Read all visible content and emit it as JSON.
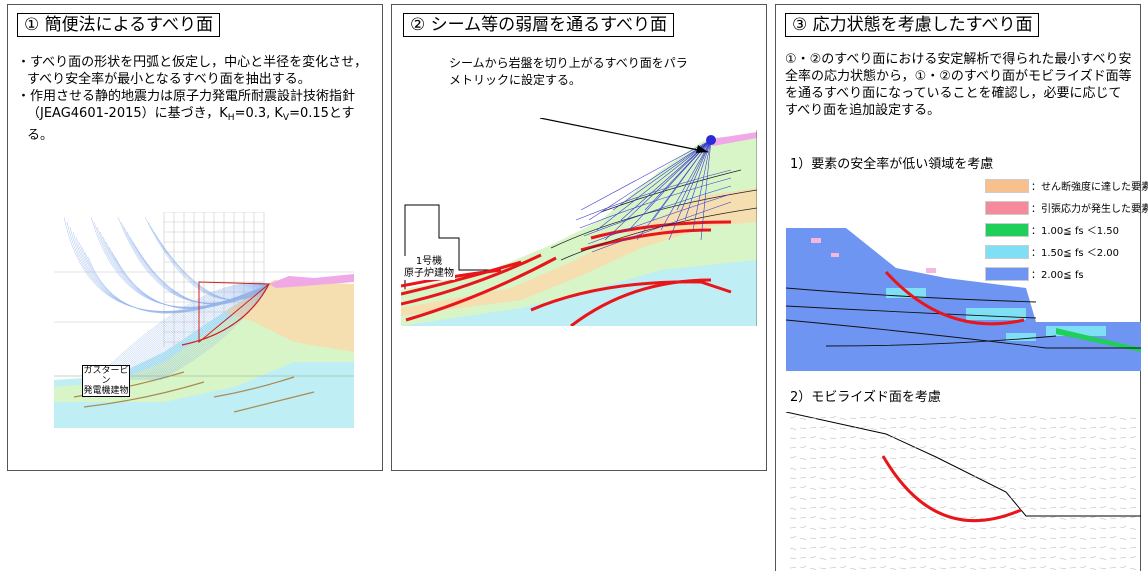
{
  "panel1": {
    "title": "① 簡便法によるすべり面",
    "b1": "・すべり面の形状を円弧と仮定し，中心と半径を変化させ，すべり安全率が最小となるすべり面を抽出する。",
    "b2_pre": "・作用させる静的地震力は原子力発電所耐震設計技術指針（JEAG4601-2015）に基づき，K",
    "b2_sub1": "H",
    "b2_mid": "=0.3, K",
    "b2_sub2": "V",
    "b2_post": "=0.15とする。",
    "building_label1": "ガスタービン",
    "building_label2": "発電機建物"
  },
  "panel2": {
    "title": "② シーム等の弱層を通るすべり面",
    "note": "シームから岩盤を切り上がるすべり面をパラメトリックに設定する。",
    "building_label1": "1号機",
    "building_label2": "原子炉建物"
  },
  "panel3": {
    "title": "③ 応力状態を考慮したすべり面",
    "desc": "①・②のすべり面における安定解析で得られた最小すべり安全率の応力状態から，①・②のすべり面がモビライズド面等を通るすべり面になっていることを確認し，必要に応じてすべり面を追加設定する。",
    "sub1": "1）要素の安全率が低い領域を考慮",
    "sub2": "2）モビライズド面を考慮",
    "legend": [
      {
        "label": "：せん断強度に達した要素",
        "color": "#f7c08c"
      },
      {
        "label": "：引張応力が発生した要素",
        "color": "#f58a9a"
      },
      {
        "label": "：1.00≦ fs ＜1.50",
        "color": "#1fcf5a"
      },
      {
        "label": "：1.50≦ fs ＜2.00",
        "color": "#7fe0f5"
      },
      {
        "label": "：2.00≦ fs",
        "color": "#6f95f2"
      }
    ]
  },
  "colors": {
    "slip": "#e8151b",
    "seam": "#e8151b",
    "fan": "#4444cc",
    "sand": "#f5deb0",
    "rock_cyan": "#bfeef5",
    "light_green": "#d8f5c8",
    "pink_top": "#f0a8e6"
  }
}
